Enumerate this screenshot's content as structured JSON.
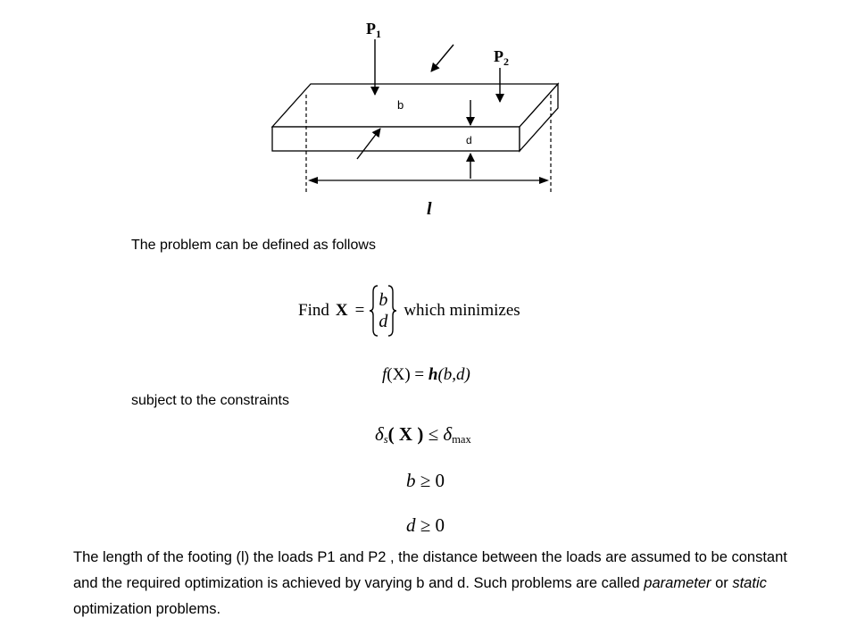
{
  "figure": {
    "load1_label": "P",
    "load1_sub": "1",
    "load2_label": "P",
    "load2_sub": "2",
    "width_label": "b",
    "depth_label": "d",
    "length_label": "l"
  },
  "intro": "The problem can be defined as follows",
  "find": {
    "prefix": "Find",
    "var": "X",
    "equals": "=",
    "vec_top": "b",
    "vec_bottom": "d",
    "suffix": "which minimizes"
  },
  "objective": {
    "lhs_f": "f",
    "lhs_arg": "(X)",
    "equals": "=",
    "rhs_h": "h",
    "rhs_args": "(b,d)"
  },
  "subject": "subject to the constraints",
  "constraints": {
    "c1_delta": "δ",
    "c1_sub": "s",
    "c1_arg": "( X )",
    "c1_op": "≤",
    "c1_rhs_delta": "δ",
    "c1_rhs_sub": "max",
    "c2_var": "b",
    "c2_op": "≥",
    "c2_val": "0",
    "c3_var": "d",
    "c3_op": "≥",
    "c3_val": "0"
  },
  "paragraph": {
    "part1": "The length of the footing (l) the loads P1 and P2 , the distance between the loads are assumed to be constant and the required optimization is achieved by varying b and d. Such problems are called ",
    "em1": "parameter",
    "part2": " or ",
    "em2": "static",
    "part3": " optimization problems."
  }
}
